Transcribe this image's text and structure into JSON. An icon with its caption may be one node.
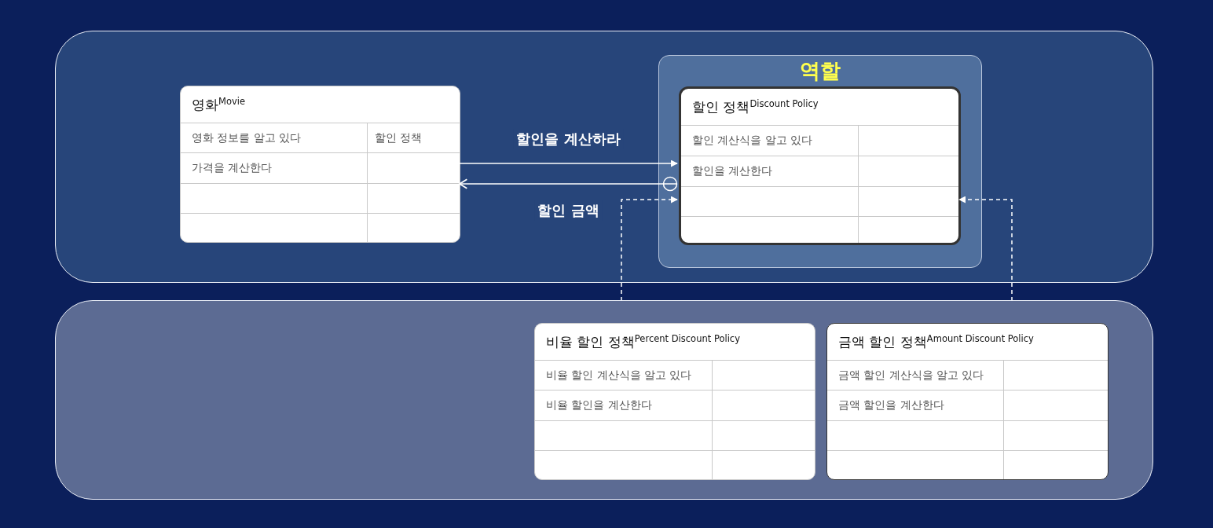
{
  "diagram": {
    "nodes": [
      {
        "text": [],
        "shape": "box"
      },
      {
        "text": [
          "영화",
          "Movie",
          "영화 정보를 알고 있다",
          "할인 정책",
          "가격을 계산한다"
        ],
        "in": 0
      },
      {
        "text": [
          "역할"
        ],
        "in": 0
      },
      {
        "text": [
          "할인 정책",
          "Discount Policy",
          "할인 계산식을 알고 있다",
          "할인을 계산한다"
        ],
        "in": 2
      },
      {
        "text": [],
        "shape": "box"
      },
      {
        "text": [
          "비율 할인 정책",
          "Percent Discount Policy",
          "비율 할인 계산식을 알고 있다",
          "비율 할인을 계산한다"
        ],
        "in": 4
      },
      {
        "text": [
          "금액 할인 정책",
          "Amount Discount Policy",
          "금액 할인 계산식을 알고 있다",
          "금액 할인을 계산한다"
        ],
        "in": 4
      }
    ],
    "edges": [
      {
        "from": 1,
        "to": 3,
        "arrow": "to",
        "label": "할인을 계산하라"
      },
      {
        "from": 3,
        "to": 1,
        "arrow": "to",
        "label": "할인 금액"
      },
      {
        "from": 5,
        "to": 3,
        "arrow": "to",
        "style": "dashed"
      },
      {
        "from": 6,
        "to": 3,
        "arrow": "to",
        "style": "dashed"
      }
    ]
  }
}
